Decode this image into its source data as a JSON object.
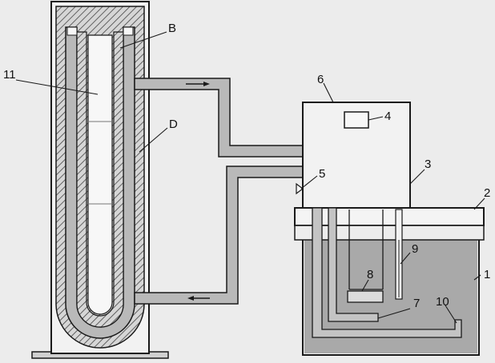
{
  "labels": {
    "b": "B",
    "d": "D",
    "n1": "1",
    "n2": "2",
    "n3": "3",
    "n4": "4",
    "n5": "5",
    "n6": "6",
    "n7": "7",
    "n8": "8",
    "n9": "9",
    "n10": "10",
    "n11": "11"
  },
  "colors": {
    "background": "#ececec",
    "line": "#1a1a1a",
    "tube_fill": "#b9b9b9",
    "liquid": "#a9a9a9",
    "hatch": "#444444",
    "white": "#f7f7f7"
  }
}
